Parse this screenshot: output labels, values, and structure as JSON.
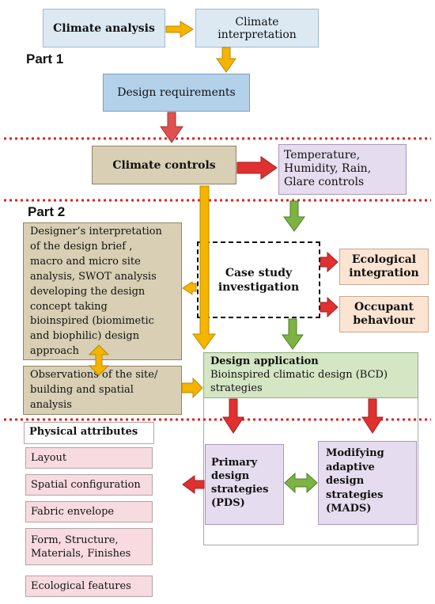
{
  "part_labels": {
    "part1": "Part 1",
    "part2": "Part 2"
  },
  "boxes": {
    "climate_analysis": "Climate analysis",
    "climate_interpretation": [
      "Climate",
      "interpretation"
    ],
    "design_requirements": "Design requirements",
    "climate_controls": "Climate controls",
    "controls_list": [
      "Temperature,",
      "Humidity, Rain,",
      "Glare  controls"
    ],
    "designer_interpretation": [
      "Designer’s interpretation",
      "of the design brief ,",
      "macro and  micro site",
      "analysis, SWOT analysis",
      "developing the design",
      "concept taking",
      "bioinspired (biomimetic",
      "and biophilic) design",
      "approach"
    ],
    "observations": [
      "Observations of the site/",
      "building and spatial",
      "analysis"
    ],
    "case_study": [
      "Case study",
      "investigation"
    ],
    "ecological_integration": [
      "Ecological",
      "integration"
    ],
    "occupant_behaviour": [
      "Occupant",
      "behaviour"
    ],
    "design_application_title": "Design application",
    "design_application_text": [
      "Bioinspired climatic design (BCD)",
      "strategies"
    ],
    "pds": [
      "Primary",
      "design",
      "strategies",
      "(PDS)"
    ],
    "mads": [
      "Modifying",
      "adaptive",
      "design",
      "strategies",
      "(MADS)"
    ]
  },
  "physical_attributes": {
    "title": "Physical attributes",
    "items": [
      "Layout",
      "Spatial configuration",
      "Fabric envelope",
      "Form, Structure, Materials, Finishes",
      "Ecological features"
    ]
  },
  "colors": {
    "light_blue": "#dce9f3",
    "mid_blue": "#b4d1ea",
    "khaki": "#d8cfb4",
    "lavender": "#e6dcef",
    "peach": "#fbe4d2",
    "green_fill": "#d4e6c4",
    "pink": "#f8dbe0",
    "yellow_arrow": "#f4b400",
    "red_arrow": "#e03030",
    "green_arrow": "#7cb342",
    "dotted_red": "#e02020"
  }
}
